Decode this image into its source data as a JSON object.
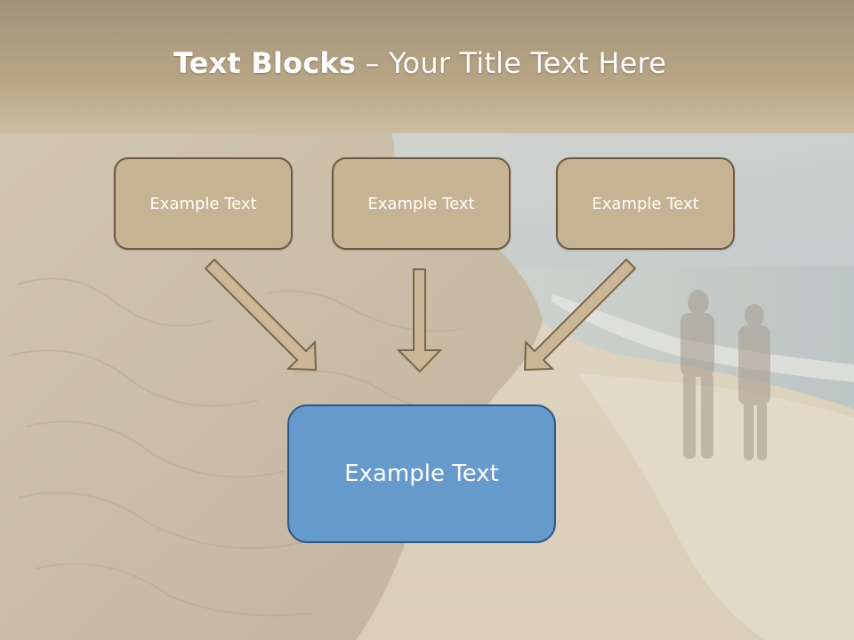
{
  "slide": {
    "title_bold": "Text Blocks",
    "title_dash": " – ",
    "title_rest": "Your Title Text Here"
  },
  "blocks": {
    "top": [
      "Example Text",
      "Example Text",
      "Example Text"
    ],
    "bottom": "Example Text"
  },
  "colors": {
    "small_box_fill": "#c6b393",
    "small_box_border": "#6e5a40",
    "big_box_fill": "#6699cc",
    "big_box_border": "#2f5680",
    "arrow_fill": "#cbb797",
    "arrow_stroke": "#7a6548"
  }
}
